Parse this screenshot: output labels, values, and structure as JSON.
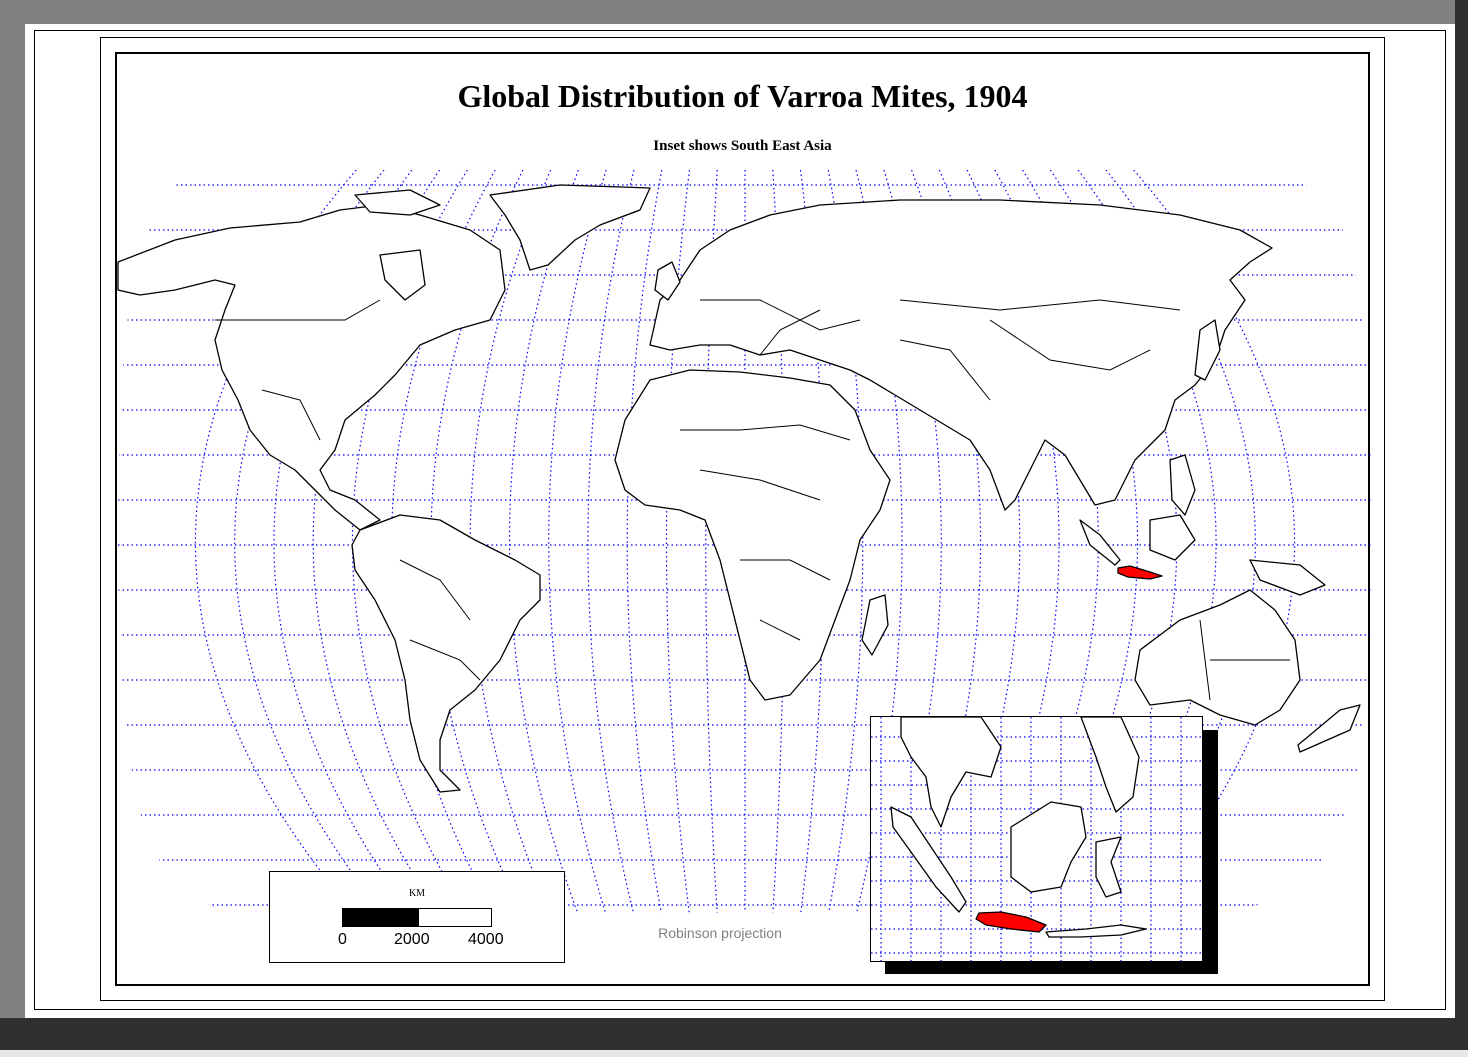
{
  "map": {
    "title": "Global Distribution of Varroa Mites, 1904",
    "subtitle": "Inset shows South East Asia",
    "projection": "Robinson projection",
    "highlighted_region": "Java",
    "highlight_color": "#ff0000",
    "graticule_color": "#0000ff",
    "land_fill": "#ffffff",
    "outline_color": "#000000"
  },
  "scale_bar": {
    "unit": "KM",
    "ticks": [
      "0",
      "2000",
      "4000"
    ]
  }
}
